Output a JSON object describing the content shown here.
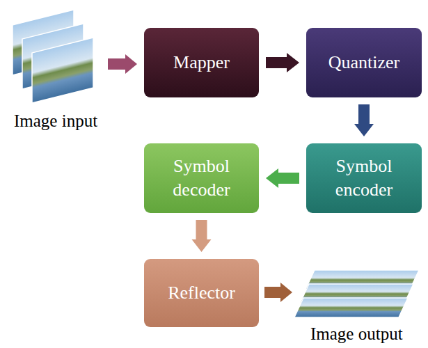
{
  "diagram": {
    "nodes": [
      {
        "text": [
          "Mapper"
        ]
      },
      {
        "text": [
          "Quantizer"
        ]
      },
      {
        "text": [
          "Symbol encoder"
        ]
      },
      {
        "text": [
          "Symbol decoder"
        ]
      },
      {
        "text": [
          "Reflector"
        ]
      }
    ],
    "edges": [
      {
        "from": 0,
        "to": 1,
        "arrow": "to"
      },
      {
        "from": 1,
        "to": 2,
        "arrow": "to"
      },
      {
        "from": 2,
        "to": 3,
        "arrow": "to"
      },
      {
        "from": 3,
        "to": 4,
        "arrow": "to"
      }
    ],
    "labels": [
      "Image input",
      "Image output"
    ]
  }
}
